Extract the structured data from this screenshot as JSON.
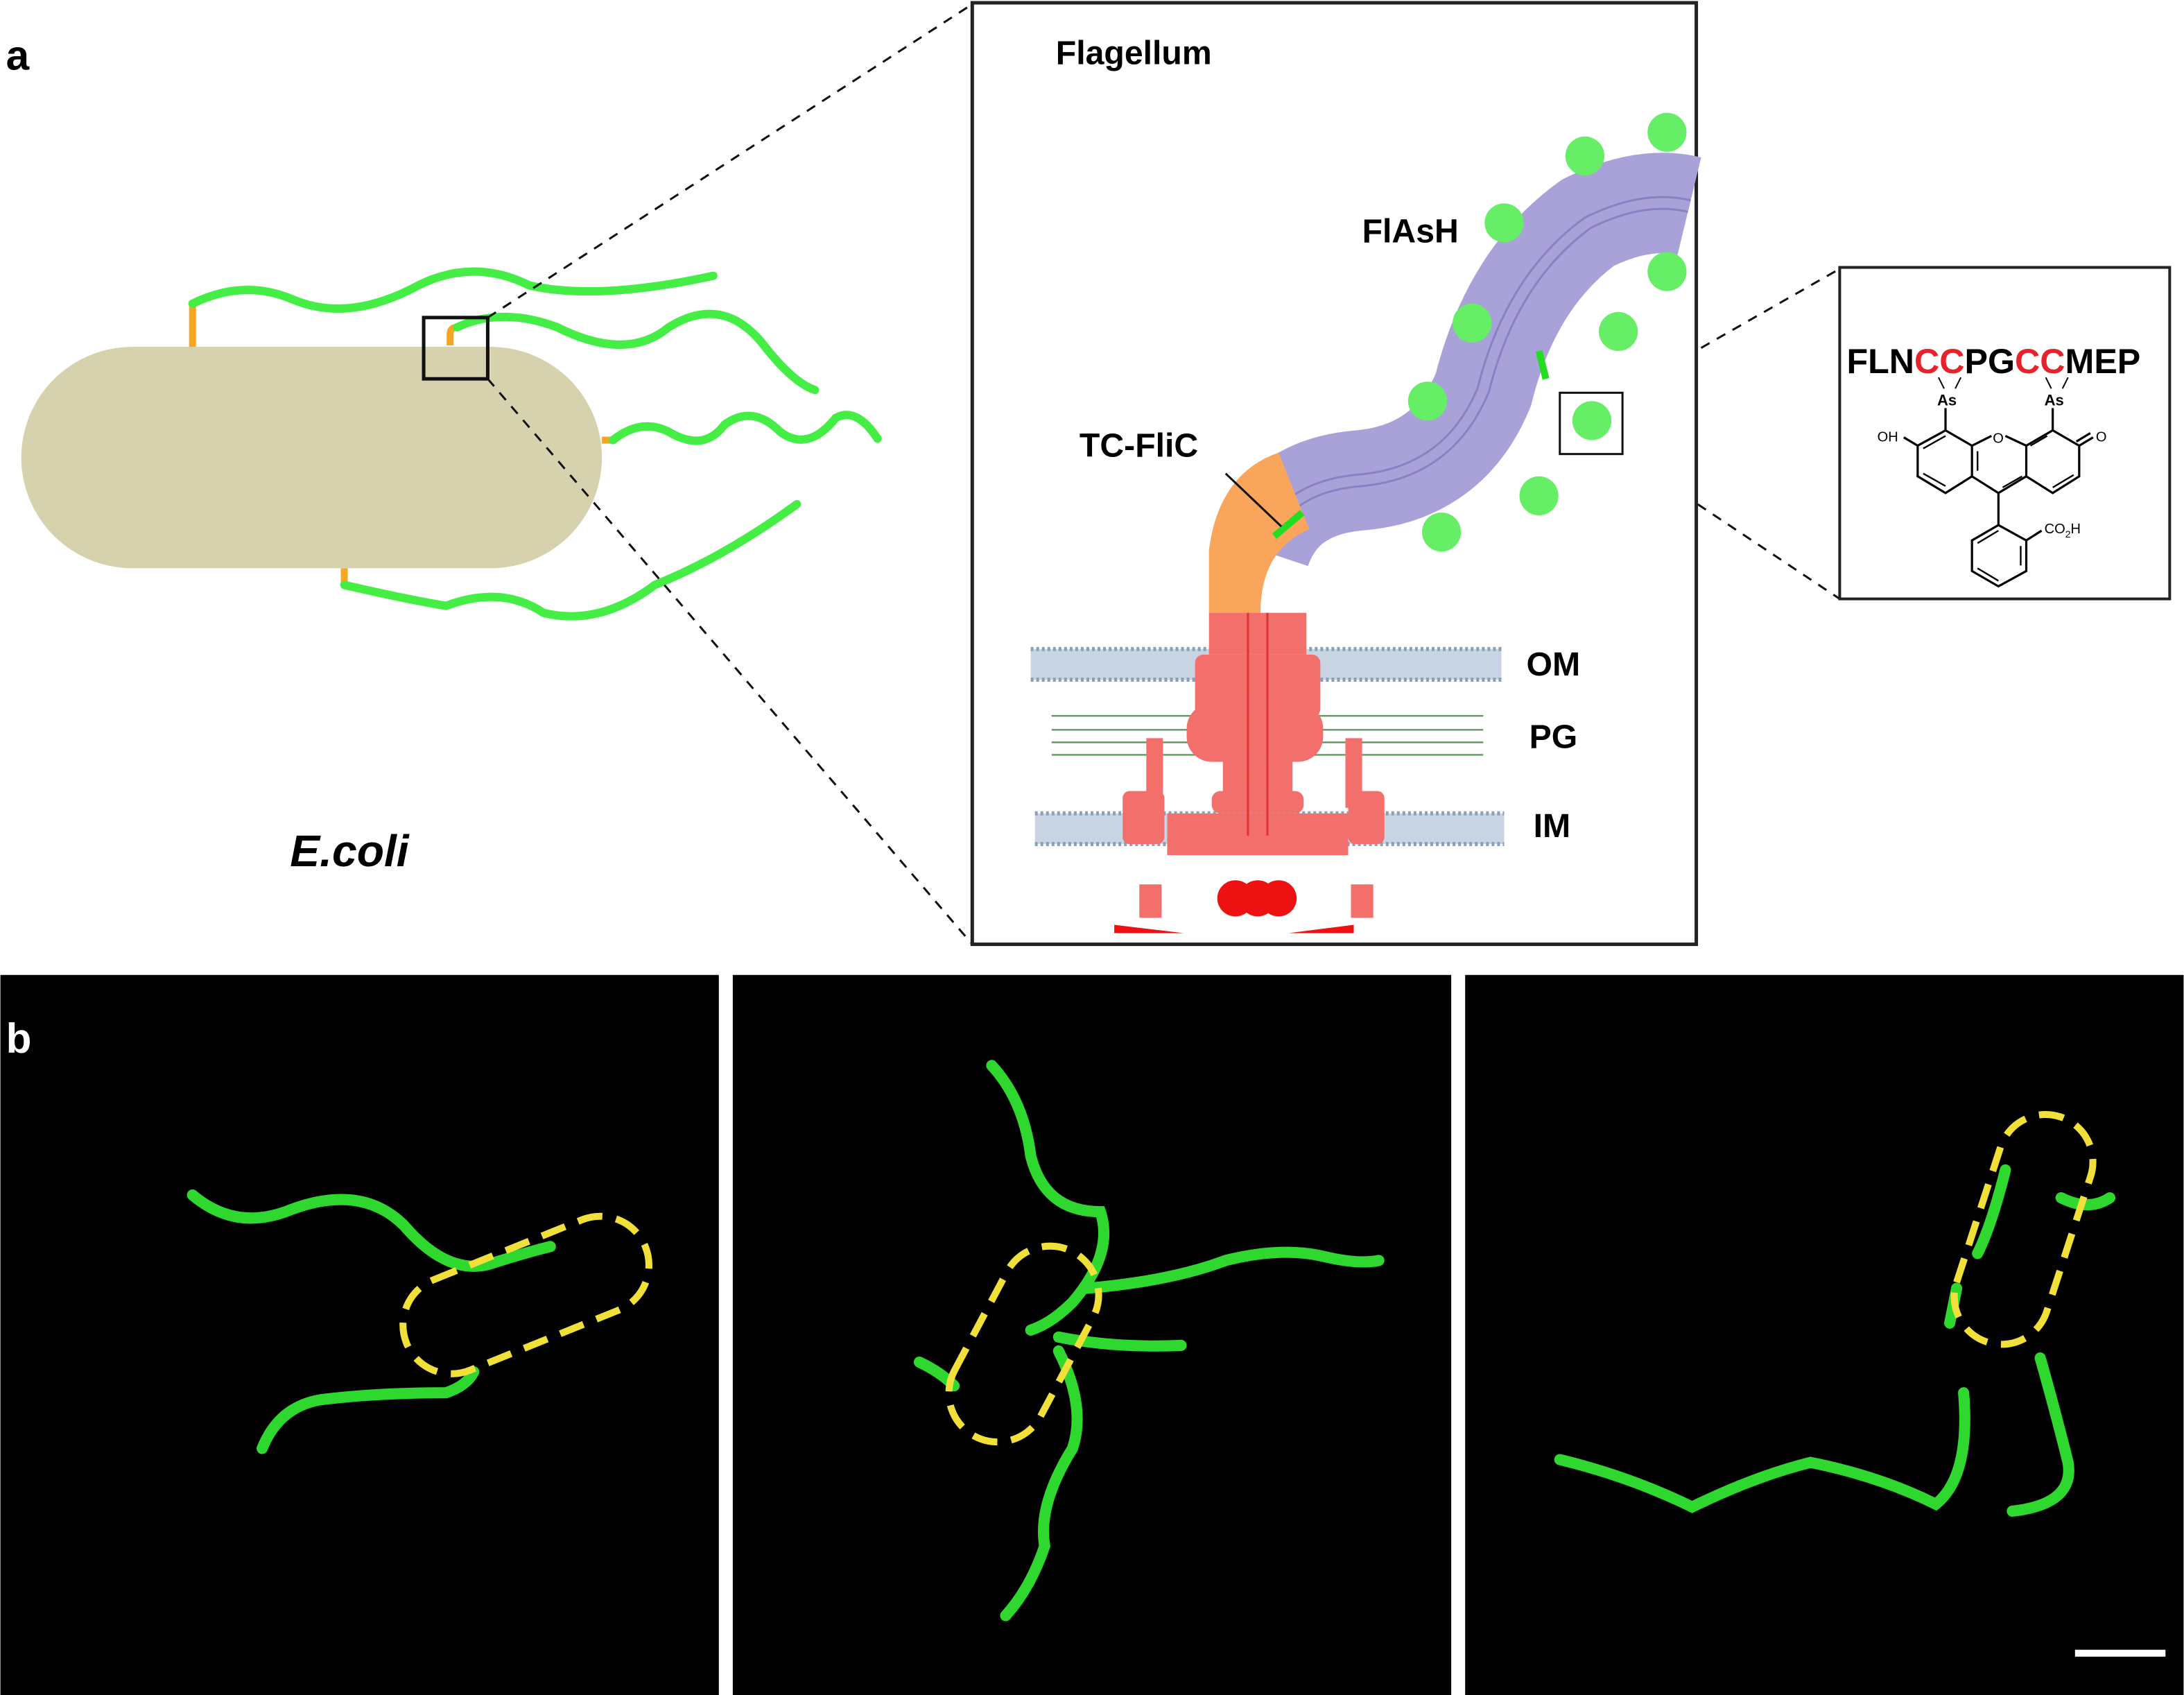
{
  "panel_a": {
    "label": "a",
    "organism": "E.coli",
    "inset_title": "Flagellum",
    "dye_label": "FlAsH",
    "protein_label": "TC-FliC",
    "membranes": [
      "OM",
      "PG",
      "IM"
    ],
    "sequence": {
      "parts": [
        {
          "text": "FLN",
          "color": "#000000"
        },
        {
          "text": "CC",
          "color": "#e8222a"
        },
        {
          "text": "PG",
          "color": "#000000"
        },
        {
          "text": "CC",
          "color": "#e8222a"
        },
        {
          "text": "MEP",
          "color": "#000000"
        }
      ]
    },
    "chem_labels": {
      "as": "As",
      "oh": "OH",
      "o_ring": "O",
      "o_keto": "O",
      "acid": "CO",
      "acid_sub": "2",
      "acid_h": "H"
    }
  },
  "panel_b": {
    "label": "b"
  },
  "colors": {
    "flagella": "#44ee44",
    "cell_body": "#d6d2ae",
    "filament": "#a9a2d8",
    "hook": "#f9a55c",
    "motor": "#f36f6c",
    "outline": "#f2e03a"
  }
}
